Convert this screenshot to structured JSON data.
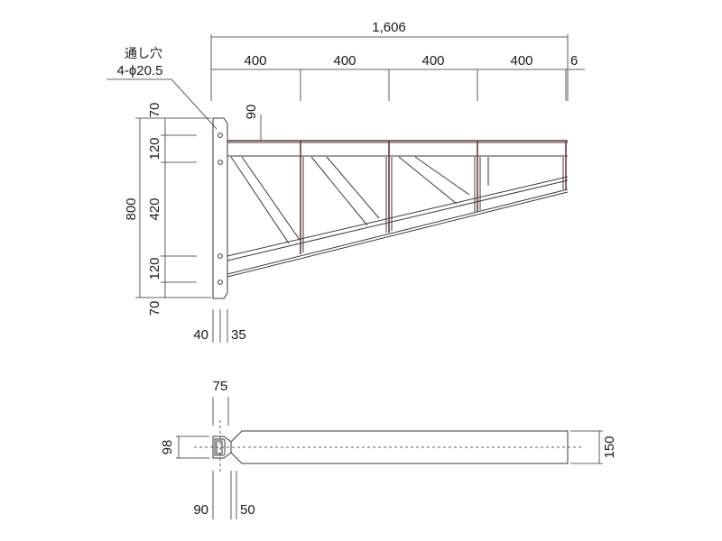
{
  "note": {
    "line1": "通し穴",
    "line2": "4-ϕ20.5"
  },
  "elevation": {
    "overall_length": "1,606",
    "spans": [
      "400",
      "400",
      "400",
      "400"
    ],
    "end_gap": "6",
    "top_offset": "90",
    "vertical": [
      "70",
      "120",
      "420",
      "120",
      "70"
    ],
    "total_height": "800",
    "plate_left": "40",
    "plate_right": "35"
  },
  "plan": {
    "top": "75",
    "plate_height": "98",
    "bar_height": "150",
    "bottom_left": "90",
    "bottom_right": "50"
  },
  "colors": {
    "frame": "#6b3a3a",
    "line": "#333333"
  }
}
